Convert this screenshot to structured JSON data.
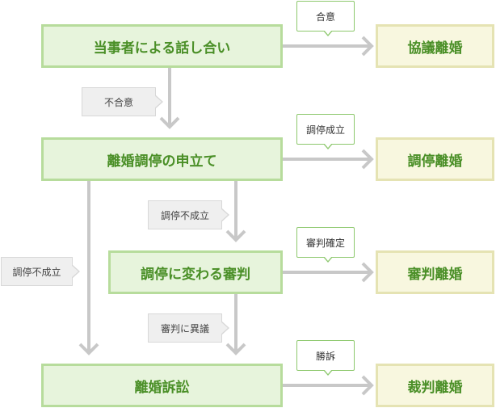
{
  "process": {
    "negotiation": "当事者による話し合い",
    "mediation_petition": "離婚調停の申立て",
    "judgment": "調停に変わる審判",
    "lawsuit": "離婚訴訟"
  },
  "result": {
    "consensual": "協議離婚",
    "mediation": "調停離婚",
    "judgment": "審判離婚",
    "judicial": "裁判離婚"
  },
  "bubbles": {
    "agreement": "合意",
    "mediation_success": "調停成立",
    "judgment_confirmed": "審判確定",
    "victory": "勝訴"
  },
  "tags": {
    "no_agreement": "不合意",
    "mediation_fail_right": "調停不成立",
    "mediation_fail_left": "調停不成立",
    "objection": "審判に異議"
  },
  "colors": {
    "process_fill": "#e7f4dc",
    "process_border": "#b7dc9c",
    "result_fill": "#f8f7df",
    "result_border": "#e5e3b3",
    "text_green": "#4a8f27",
    "arrow_gray": "#c8c8c8"
  }
}
